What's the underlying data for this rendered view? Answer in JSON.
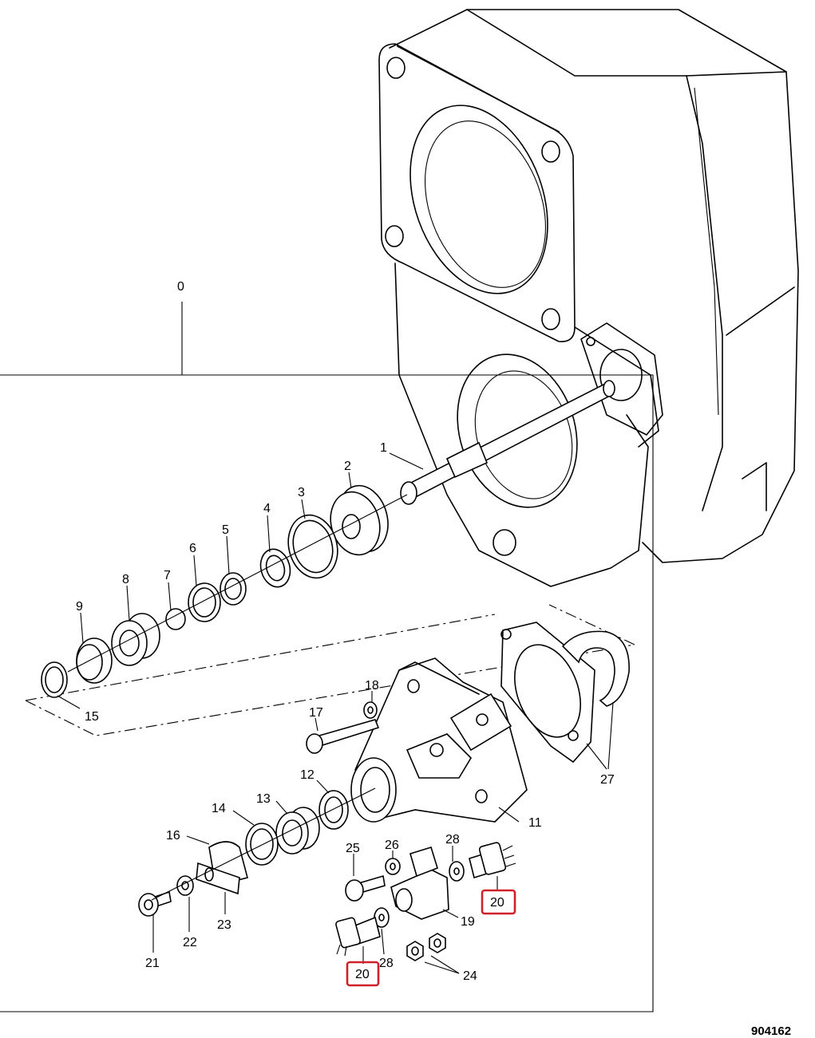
{
  "figure": {
    "number": "904162",
    "assembly_label": "0"
  },
  "callouts": [
    {
      "id": "c1",
      "text": "1"
    },
    {
      "id": "c2",
      "text": "2"
    },
    {
      "id": "c3",
      "text": "3"
    },
    {
      "id": "c4",
      "text": "4"
    },
    {
      "id": "c5",
      "text": "5"
    },
    {
      "id": "c6",
      "text": "6"
    },
    {
      "id": "c7",
      "text": "7"
    },
    {
      "id": "c8",
      "text": "8"
    },
    {
      "id": "c9",
      "text": "9"
    },
    {
      "id": "c11",
      "text": "11"
    },
    {
      "id": "c12",
      "text": "12"
    },
    {
      "id": "c13",
      "text": "13"
    },
    {
      "id": "c14",
      "text": "14"
    },
    {
      "id": "c15",
      "text": "15"
    },
    {
      "id": "c16",
      "text": "16"
    },
    {
      "id": "c17",
      "text": "17"
    },
    {
      "id": "c18",
      "text": "18"
    },
    {
      "id": "c19",
      "text": "19"
    },
    {
      "id": "c20a",
      "text": "20"
    },
    {
      "id": "c20b",
      "text": "20"
    },
    {
      "id": "c21",
      "text": "21"
    },
    {
      "id": "c22",
      "text": "22"
    },
    {
      "id": "c23",
      "text": "23"
    },
    {
      "id": "c24",
      "text": "24"
    },
    {
      "id": "c25",
      "text": "25"
    },
    {
      "id": "c26",
      "text": "26"
    },
    {
      "id": "c27",
      "text": "27"
    },
    {
      "id": "c28a",
      "text": "28"
    },
    {
      "id": "c28b",
      "text": "28"
    }
  ],
  "highlight_color": "#d0202a"
}
